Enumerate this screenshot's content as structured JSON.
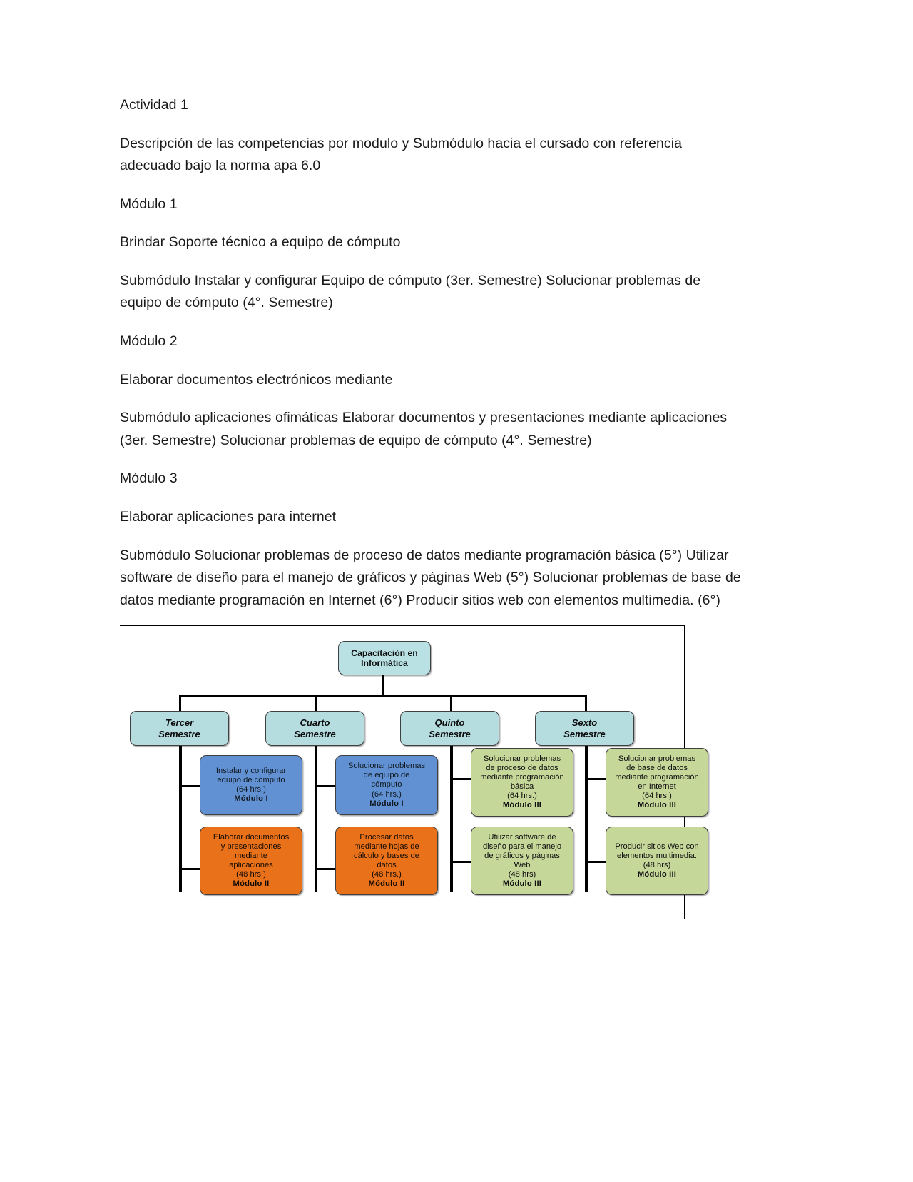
{
  "document": {
    "paragraphs": [
      "Actividad 1",
      "Descripción de las competencias por modulo y Submódulo hacia el cursado con referencia adecuado bajo la norma apa 6.0",
      "Módulo 1",
      "Brindar Soporte técnico a equipo de cómputo",
      "Submódulo Instalar y configurar Equipo de cómputo (3er. Semestre) Solucionar problemas de equipo de cómputo (4°. Semestre)",
      "Módulo 2",
      "Elaborar documentos electrónicos mediante",
      "Submódulo aplicaciones ofimáticas Elaborar documentos y presentaciones mediante aplicaciones (3er. Semestre) Solucionar problemas de equipo de cómputo (4°. Semestre)",
      "Módulo 3",
      "Elaborar aplicaciones para internet",
      "Submódulo Solucionar problemas de proceso de datos mediante programación básica (5°) Utilizar software de diseño para el manejo de gráficos y páginas Web (5°) Solucionar problemas de base de datos mediante programación en Internet (6°) Producir sitios web con elementos multimedia. (6°)"
    ]
  },
  "chart_data": {
    "type": "diagram",
    "title": "Capacitación en Informática",
    "colors": {
      "root": "#b9e0e3",
      "semester": "#b5dde0",
      "modulo_i": "#6191d2",
      "modulo_ii": "#e8711a",
      "modulo_iii": "#c6d79a",
      "edge": "#000000"
    },
    "root": {
      "line1": "Capacitación en",
      "line2": "Informática"
    },
    "semesters": [
      {
        "line1": "Tercer",
        "line2": "Semestre"
      },
      {
        "line1": "Cuarto",
        "line2": "Semestre"
      },
      {
        "line1": "Quinto",
        "line2": "Semestre"
      },
      {
        "line1": "Sexto",
        "line2": "Semestre"
      }
    ],
    "submodules": [
      {
        "column": 1,
        "row": 1,
        "color": "modulo_i",
        "lines": [
          "Instalar y configurar",
          "equipo de cómputo"
        ],
        "hours": "(64 hrs.)",
        "module": "Módulo I"
      },
      {
        "column": 1,
        "row": 2,
        "color": "modulo_ii",
        "lines": [
          "Elaborar documentos",
          "y presentaciones",
          "mediante",
          "aplicaciones"
        ],
        "hours": "(48 hrs.)",
        "module": "Módulo II"
      },
      {
        "column": 2,
        "row": 1,
        "color": "modulo_i",
        "lines": [
          "Solucionar problemas",
          "de equipo de",
          "cómputo"
        ],
        "hours": "(64 hrs.)",
        "module": "Módulo I"
      },
      {
        "column": 2,
        "row": 2,
        "color": "modulo_ii",
        "lines": [
          "Procesar datos",
          "mediante hojas de",
          "cálculo y bases de",
          "datos"
        ],
        "hours": "(48 hrs.)",
        "module": "Módulo II"
      },
      {
        "column": 3,
        "row": 1,
        "color": "modulo_iii",
        "lines": [
          "Solucionar problemas",
          "de proceso de datos",
          "mediante programación",
          "básica"
        ],
        "hours": "(64 hrs.)",
        "module": "Módulo III"
      },
      {
        "column": 3,
        "row": 2,
        "color": "modulo_iii",
        "lines": [
          "Utilizar  software de",
          "diseño para el manejo",
          "de gráficos y páginas",
          "Web"
        ],
        "hours": "(48 hrs)",
        "module": "Módulo III"
      },
      {
        "column": 4,
        "row": 1,
        "color": "modulo_iii",
        "lines": [
          "Solucionar problemas",
          "de base de datos",
          "mediante programación",
          "en Internet"
        ],
        "hours": "(64 hrs.)",
        "module": "Módulo III"
      },
      {
        "column": 4,
        "row": 2,
        "color": "modulo_iii",
        "lines": [
          "Producir sitios Web con",
          "elementos multimedia."
        ],
        "hours": "(48 hrs)",
        "module": "Módulo III"
      }
    ]
  }
}
